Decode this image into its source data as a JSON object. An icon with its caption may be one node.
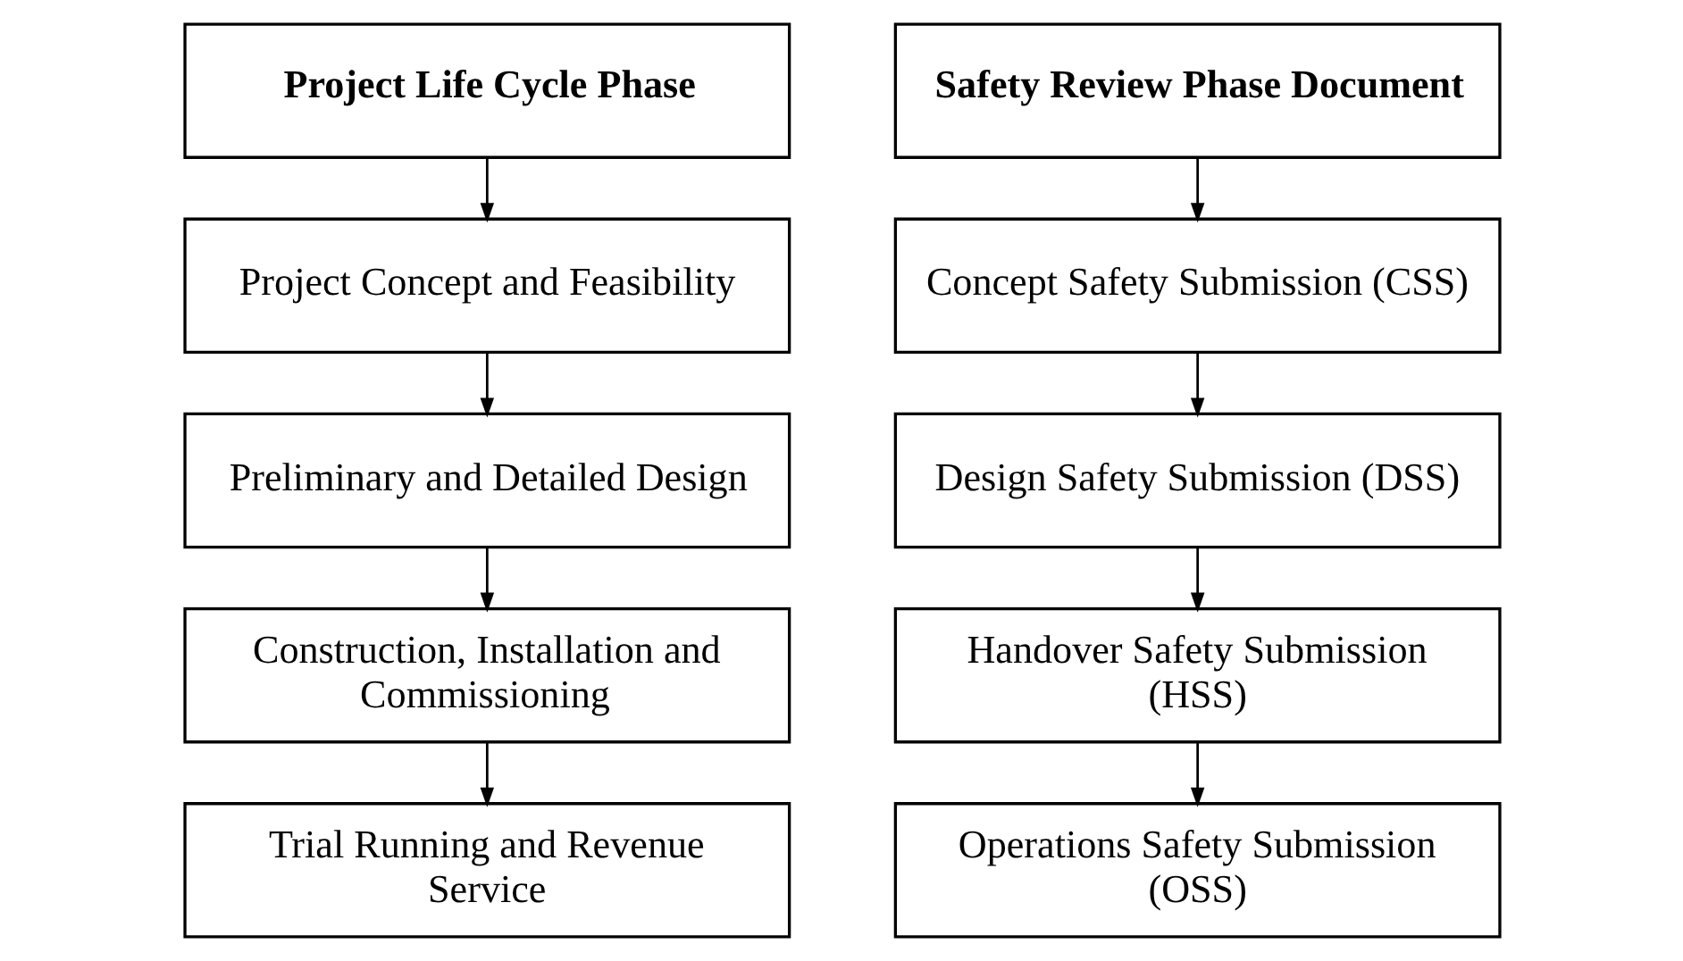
{
  "diagram": {
    "nodes": [
      {
        "text": [
          "Project Life Cycle Phase"
        ]
      },
      {
        "text": [
          "Project Concept and Feasibility"
        ]
      },
      {
        "text": [
          "Preliminary and Detailed Design"
        ]
      },
      {
        "text": [
          "Construction, Installation and Commissioning"
        ]
      },
      {
        "text": [
          "Trial Running and Revenue Service"
        ]
      },
      {
        "text": [
          "Safety Review Phase Document"
        ]
      },
      {
        "text": [
          "Concept Safety Submission (CSS)"
        ]
      },
      {
        "text": [
          "Design Safety Submission (DSS)"
        ]
      },
      {
        "text": [
          "Handover Safety Submission (HSS)"
        ]
      },
      {
        "text": [
          "Operations Safety Submission (OSS)"
        ]
      }
    ],
    "edges": [
      {
        "from": 0,
        "to": 1,
        "arrow": "to"
      },
      {
        "from": 1,
        "to": 2,
        "arrow": "to"
      },
      {
        "from": 2,
        "to": 3,
        "arrow": "to"
      },
      {
        "from": 3,
        "to": 4,
        "arrow": "to"
      },
      {
        "from": 5,
        "to": 6,
        "arrow": "to"
      },
      {
        "from": 6,
        "to": 7,
        "arrow": "to"
      },
      {
        "from": 7,
        "to": 8,
        "arrow": "to"
      },
      {
        "from": 8,
        "to": 9,
        "arrow": "to"
      }
    ]
  }
}
